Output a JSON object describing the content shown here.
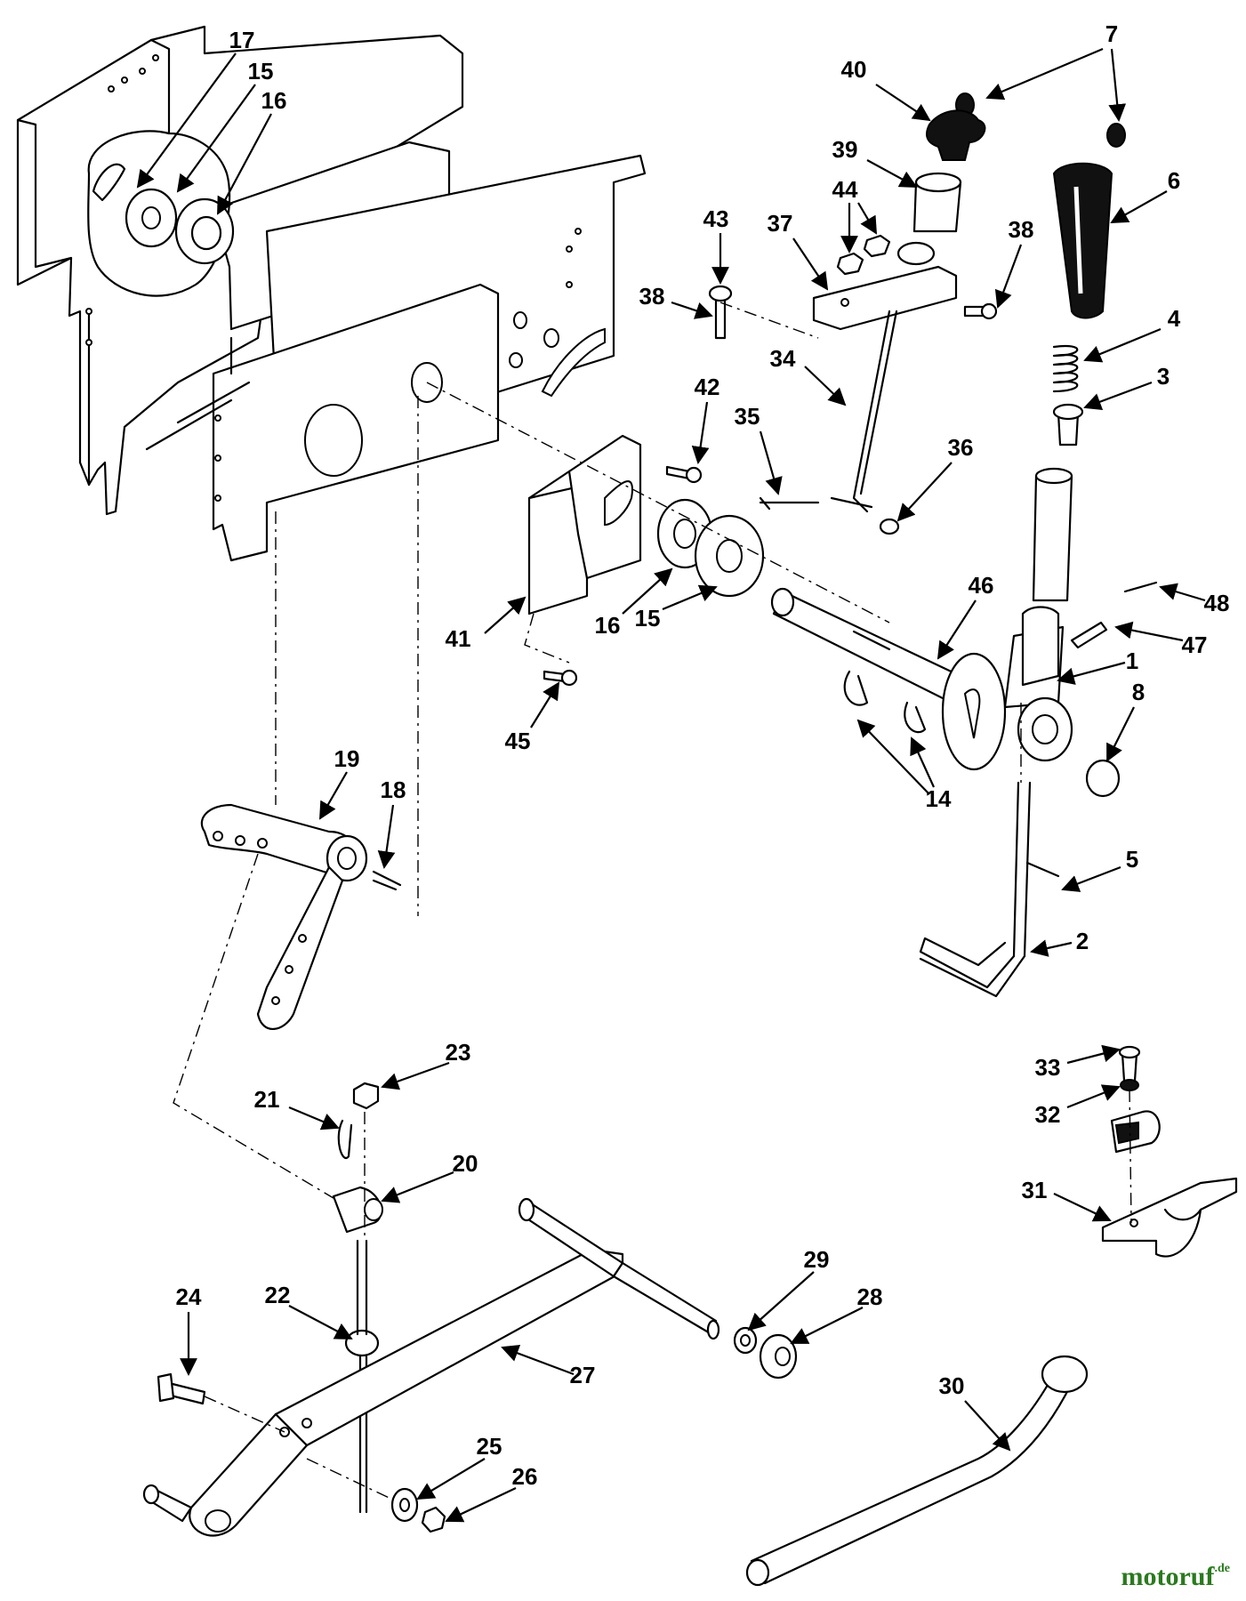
{
  "callouts": [
    {
      "id": "c17",
      "label": "17"
    },
    {
      "id": "c15a",
      "label": "15"
    },
    {
      "id": "c16a",
      "label": "16"
    },
    {
      "id": "c40",
      "label": "40"
    },
    {
      "id": "c7",
      "label": "7"
    },
    {
      "id": "c6",
      "label": "6"
    },
    {
      "id": "c39",
      "label": "39"
    },
    {
      "id": "c44",
      "label": "44"
    },
    {
      "id": "c43",
      "label": "43"
    },
    {
      "id": "c37",
      "label": "37"
    },
    {
      "id": "c38a",
      "label": "38"
    },
    {
      "id": "c38b",
      "label": "38"
    },
    {
      "id": "c4",
      "label": "4"
    },
    {
      "id": "c3",
      "label": "3"
    },
    {
      "id": "c34",
      "label": "34"
    },
    {
      "id": "c42",
      "label": "42"
    },
    {
      "id": "c35",
      "label": "35"
    },
    {
      "id": "c36",
      "label": "36"
    },
    {
      "id": "c48",
      "label": "48"
    },
    {
      "id": "c47",
      "label": "47"
    },
    {
      "id": "c46",
      "label": "46"
    },
    {
      "id": "c1",
      "label": "1"
    },
    {
      "id": "c8",
      "label": "8"
    },
    {
      "id": "c41",
      "label": "41"
    },
    {
      "id": "c16b",
      "label": "16"
    },
    {
      "id": "c15b",
      "label": "15"
    },
    {
      "id": "c45",
      "label": "45"
    },
    {
      "id": "c14",
      "label": "14"
    },
    {
      "id": "c19",
      "label": "19"
    },
    {
      "id": "c18",
      "label": "18"
    },
    {
      "id": "c5",
      "label": "5"
    },
    {
      "id": "c2",
      "label": "2"
    },
    {
      "id": "c23",
      "label": "23"
    },
    {
      "id": "c21",
      "label": "21"
    },
    {
      "id": "c20",
      "label": "20"
    },
    {
      "id": "c33",
      "label": "33"
    },
    {
      "id": "c32",
      "label": "32"
    },
    {
      "id": "c31",
      "label": "31"
    },
    {
      "id": "c29",
      "label": "29"
    },
    {
      "id": "c28",
      "label": "28"
    },
    {
      "id": "c24",
      "label": "24"
    },
    {
      "id": "c22",
      "label": "22"
    },
    {
      "id": "c27",
      "label": "27"
    },
    {
      "id": "c30",
      "label": "30"
    },
    {
      "id": "c25",
      "label": "25"
    },
    {
      "id": "c26",
      "label": "26"
    }
  ],
  "watermark": {
    "brand": "motoruf",
    "tld": ".de"
  }
}
